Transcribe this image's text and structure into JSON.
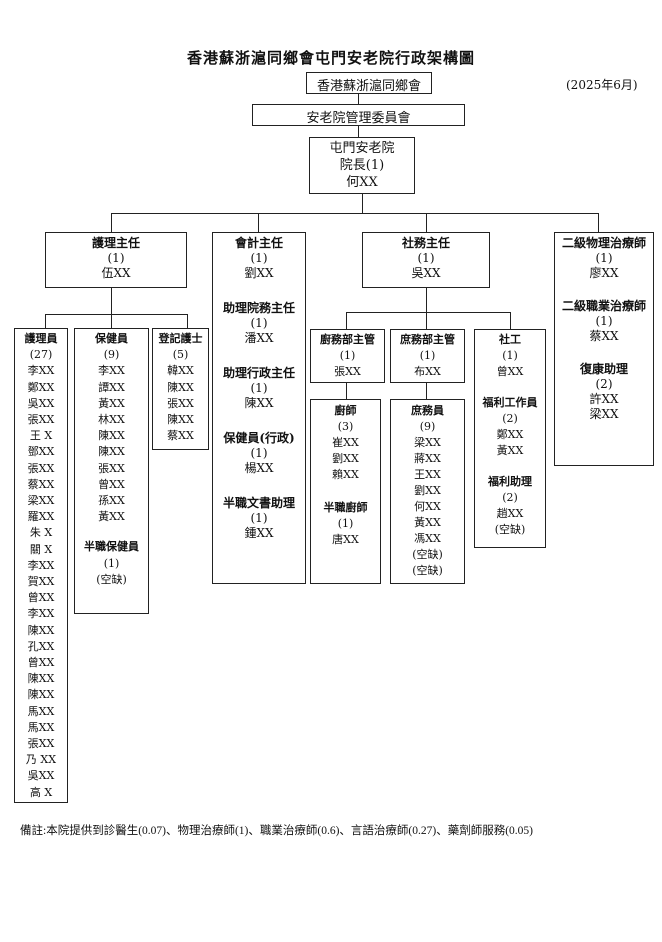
{
  "title": "香港蘇浙滬同鄉會屯門安老院行政架構圖",
  "date": "(2025年6月)",
  "org": "香港蘇浙滬同鄉會",
  "committee": "安老院管理委員會",
  "home": {
    "name": "屯門安老院",
    "role": "院長(1)",
    "person": "何XX"
  },
  "nursing_head": {
    "role": "護理主任",
    "count": "(1)",
    "person": "伍XX"
  },
  "nurses": {
    "role": "護理員",
    "count": "(27)",
    "members": [
      "李XX",
      "鄭XX",
      "吳XX",
      "張XX",
      "王 X",
      "鄧XX",
      "張XX",
      "蔡XX",
      "梁XX",
      "羅XX",
      "朱 X",
      "關 X",
      "李XX",
      "賀XX",
      "曾XX",
      "李XX",
      "陳XX",
      "孔XX",
      "曾XX",
      "陳XX",
      "陳XX",
      "馬XX",
      "馬XX",
      "張XX",
      "乃 XX",
      "吳XX",
      "高 X"
    ]
  },
  "health_workers": {
    "role": "保健員",
    "count": "(9)",
    "members": [
      "李XX",
      "譚XX",
      "黃XX",
      "林XX",
      "陳XX",
      "陳XX",
      "張XX",
      "曾XX",
      "孫XX",
      "黃XX"
    ],
    "part_time_role": "半職保健員",
    "part_time_count": "(1)",
    "part_time_status": "(空缺)"
  },
  "enrolled_nurses": {
    "role": "登記護士",
    "count": "(5)",
    "members": [
      "韓XX",
      "陳XX",
      "張XX",
      "陳XX",
      "蔡XX"
    ]
  },
  "admin": [
    {
      "role": "會計主任",
      "count": "(1)",
      "person": "劉XX"
    },
    {
      "role": "助理院務主任",
      "count": "(1)",
      "person": "潘XX"
    },
    {
      "role": "助理行政主任",
      "count": "(1)",
      "person": "陳XX"
    },
    {
      "role": "保健員(行政)",
      "count": "(1)",
      "person": "楊XX"
    },
    {
      "role": "半職文書助理",
      "count": "(1)",
      "person": "鍾XX"
    }
  ],
  "social_head": {
    "role": "社務主任",
    "count": "(1)",
    "person": "吳XX"
  },
  "kitchen_head": {
    "role": "廚務部主管",
    "count": "(1)",
    "person": "張XX"
  },
  "general_head": {
    "role": "庶務部主管",
    "count": "(1)",
    "person": "布XX"
  },
  "cooks": {
    "role": "廚師",
    "count": "(3)",
    "members": [
      "崔XX",
      "劉XX",
      "賴XX"
    ],
    "part_time_role": "半職廚師",
    "part_time_count": "(1)",
    "part_time_person": "唐XX"
  },
  "general_staff": {
    "role": "庶務員",
    "count": "(9)",
    "members": [
      "梁XX",
      "蔣XX",
      "王XX",
      "劉XX",
      "何XX",
      "黃XX",
      "馮XX",
      "(空缺)",
      "(空缺)"
    ]
  },
  "social_workers": [
    {
      "role": "社工",
      "count": "(1)",
      "members": [
        "曾XX"
      ]
    },
    {
      "role": "福利工作員",
      "count": "(2)",
      "members": [
        "鄭XX",
        "黃XX"
      ]
    },
    {
      "role": "福利助理",
      "count": "(2)",
      "members": [
        "趙XX",
        "(空缺)"
      ]
    }
  ],
  "therapy": [
    {
      "role": "二級物理治療師",
      "count": "(1)",
      "members": [
        "廖XX"
      ]
    },
    {
      "role": "二級職業治療師",
      "count": "(1)",
      "members": [
        "蔡XX"
      ]
    },
    {
      "role": "復康助理",
      "count": "(2)",
      "members": [
        "許XX",
        "梁XX"
      ]
    }
  ],
  "footnote": "備註:本院提供到診醫生(0.07)、物理治療師(1)、職業治療師(0.6)、言語治療師(0.27)、藥劑師服務(0.05)"
}
